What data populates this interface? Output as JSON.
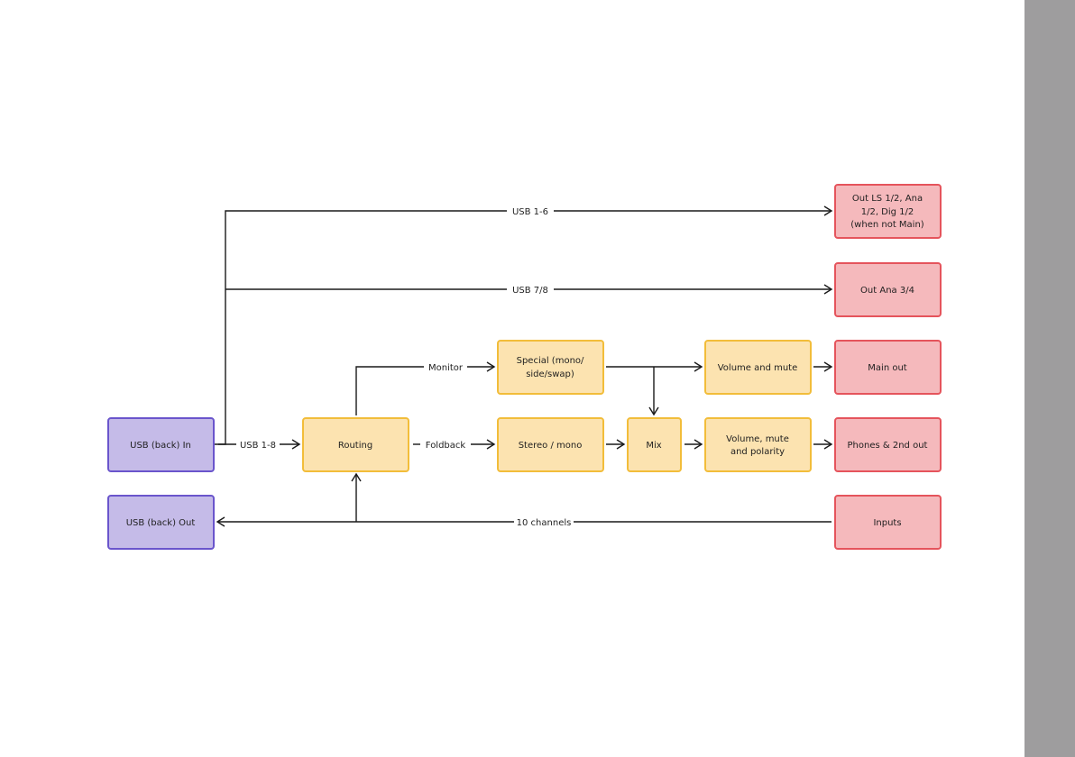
{
  "diagram": {
    "colors": {
      "usb_fill": "#c5bbe8",
      "usb_stroke": "#6a55cc",
      "proc_fill": "#fce3b0",
      "proc_stroke": "#f2bd3a",
      "out_fill": "#f5b9bc",
      "out_stroke": "#e5545c",
      "edge": "#1a1a1a",
      "scrollbar": "#9e9d9e"
    },
    "nodes": {
      "usb_in": "USB (back) In",
      "usb_out": "USB (back) Out",
      "routing": "Routing",
      "special": [
        "Special (mono/",
        "side/swap)"
      ],
      "stereo_mono": "Stereo / mono",
      "mix": "Mix",
      "volume_mute": "Volume and mute",
      "volume_mute_polarity": [
        "Volume, mute",
        "and polarity"
      ],
      "out_ls": [
        "Out LS 1/2, Ana",
        "1/2, Dig 1/2",
        "(when not Main)"
      ],
      "out_ana": "Out Ana 3/4",
      "main_out": "Main out",
      "phones": "Phones & 2nd out",
      "inputs": "Inputs"
    },
    "edges": {
      "usb_1_6": "USB 1-6",
      "usb_7_8": "USB 7/8",
      "usb_1_8": "USB 1-8",
      "monitor": "Monitor",
      "foldback": "Foldback",
      "ten_channels": "10 channels"
    }
  }
}
